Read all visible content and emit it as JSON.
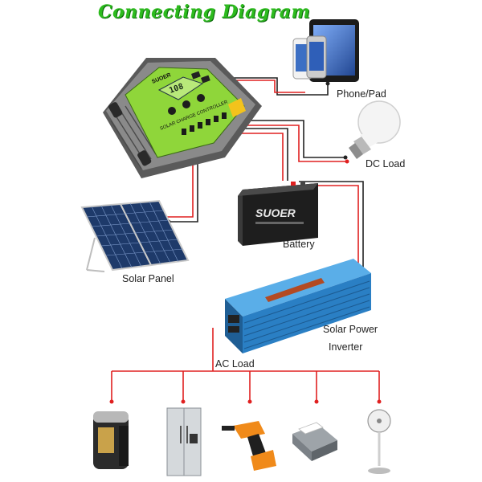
{
  "title": "Connecting Diagram",
  "labels": {
    "phone_pad": "Phone/Pad",
    "dc_load": "DC Load",
    "battery": "Battery",
    "solar_panel": "Solar Panel",
    "inverter_line1": "Solar Power",
    "inverter_line2": "Inverter",
    "ac_load": "AC Load"
  },
  "device_text": {
    "controller_brand": "SUOER",
    "controller_screen": "108",
    "controller_caption": "SOLAR CHARGE CONTROLLER",
    "battery_brand": "SUOER"
  },
  "colors": {
    "title": "#2dbb1e",
    "positive_wire": "#e02020",
    "negative_wire": "#222222",
    "controller_green": "#8fd63a",
    "inverter_blue": "#2a7fc4"
  },
  "icons": [
    "tablet-icon",
    "phone-icon",
    "light-bulb-icon",
    "solar-panel-icon",
    "battery-icon",
    "inverter-icon",
    "rice-cooker-icon",
    "refrigerator-icon",
    "power-drill-icon",
    "printer-icon",
    "fan-icon"
  ]
}
